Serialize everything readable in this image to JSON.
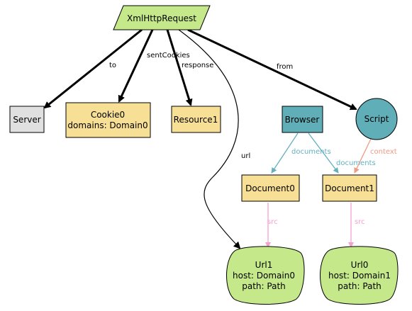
{
  "nodes": {
    "xhr": {
      "lines": [
        "XmlHttpRequest"
      ]
    },
    "server": {
      "lines": [
        "Server"
      ]
    },
    "cookie0": {
      "lines": [
        "Cookie0",
        "domains: Domain0"
      ]
    },
    "resource1": {
      "lines": [
        "Resource1"
      ]
    },
    "browser": {
      "lines": [
        "Browser"
      ]
    },
    "script": {
      "lines": [
        "Script"
      ]
    },
    "document0": {
      "lines": [
        "Document0"
      ]
    },
    "document1": {
      "lines": [
        "Document1"
      ]
    },
    "url1": {
      "lines": [
        "Url1",
        "host: Domain0",
        "path: Path"
      ]
    },
    "url0": {
      "lines": [
        "Url0",
        "host: Domain1",
        "path: Path"
      ]
    }
  },
  "edges": {
    "to": {
      "label": "to"
    },
    "sentCookies": {
      "label": "sentCookies"
    },
    "response": {
      "label": "response"
    },
    "from": {
      "label": "from"
    },
    "url": {
      "label": "url"
    },
    "documents_left": {
      "label": "documents"
    },
    "documents_right": {
      "label": "documents"
    },
    "context": {
      "label": "context"
    },
    "src_left": {
      "label": "src"
    },
    "src_right": {
      "label": "src"
    }
  },
  "colors": {
    "signature_green": "#c5e98a",
    "atom_yellow": "#f7df96",
    "server_gray": "#e0e0e0",
    "browser_teal": "#5faeb8",
    "edge_black": "#000000",
    "documents_teal": "#64b0bd",
    "context_salmon": "#f09a83",
    "src_pink": "#f3a2cf"
  }
}
